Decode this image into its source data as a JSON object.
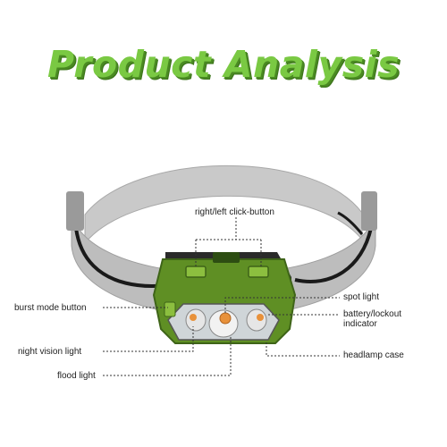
{
  "title": "Product Analysis",
  "colors": {
    "title_green": "#7ac943",
    "title_shadow": "#3c741b",
    "strap_gray": "#bdbdbd",
    "strap_dark": "#1a1a1a",
    "case_green": "#5f8f24",
    "case_dark": "#3e6418",
    "led_orange": "#e8913a"
  },
  "labels": {
    "click_button": "right/left click-button",
    "burst_mode": "burst mode button",
    "spot_light": "spot light",
    "battery_line1": "battery/lockout",
    "battery_line2": "indicator",
    "night_vision": "night vision light",
    "headlamp_case": "headlamp case",
    "flood_light": "flood light"
  }
}
